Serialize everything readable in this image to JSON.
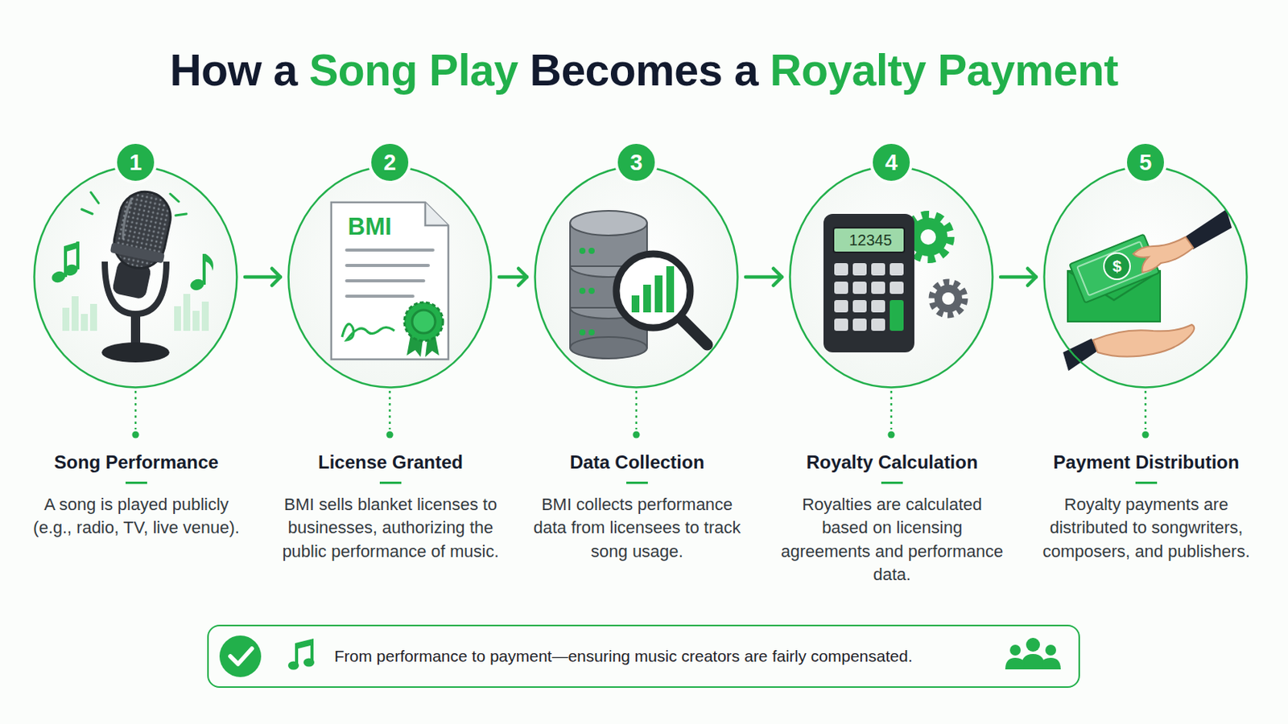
{
  "diagram": {
    "title": "How a Song Play Becomes a Royalty Payment",
    "nodes": [
      {
        "text": [
          "1",
          "Song Performance",
          "A song is played publicly (e.g., radio, TV, live venue)."
        ]
      },
      {
        "text": [
          "2",
          "License Granted",
          "BMI sells blanket licenses to businesses, authorizing the public performance of music."
        ]
      },
      {
        "text": [
          "3",
          "Data Collection",
          "BMI collects performance data from licensees to track song usage."
        ]
      },
      {
        "text": [
          "4",
          "Royalty Calculation",
          "Royalties are calculated based on licensing agreements and performance data."
        ]
      },
      {
        "text": [
          "5",
          "Payment Distribution",
          "Royalty payments are distributed to songwriters, composers, and publishers."
        ]
      },
      {
        "text": [
          "From performance to payment—ensuring music creators are fairly compensated."
        ]
      }
    ],
    "edges": [
      {
        "from": 0,
        "to": 1,
        "arrow": "to"
      },
      {
        "from": 1,
        "to": 2,
        "arrow": "to"
      },
      {
        "from": 2,
        "to": 3,
        "arrow": "to"
      },
      {
        "from": 3,
        "to": 4,
        "arrow": "to"
      }
    ],
    "labels": [
      "BMI",
      "12345",
      "$"
    ]
  }
}
